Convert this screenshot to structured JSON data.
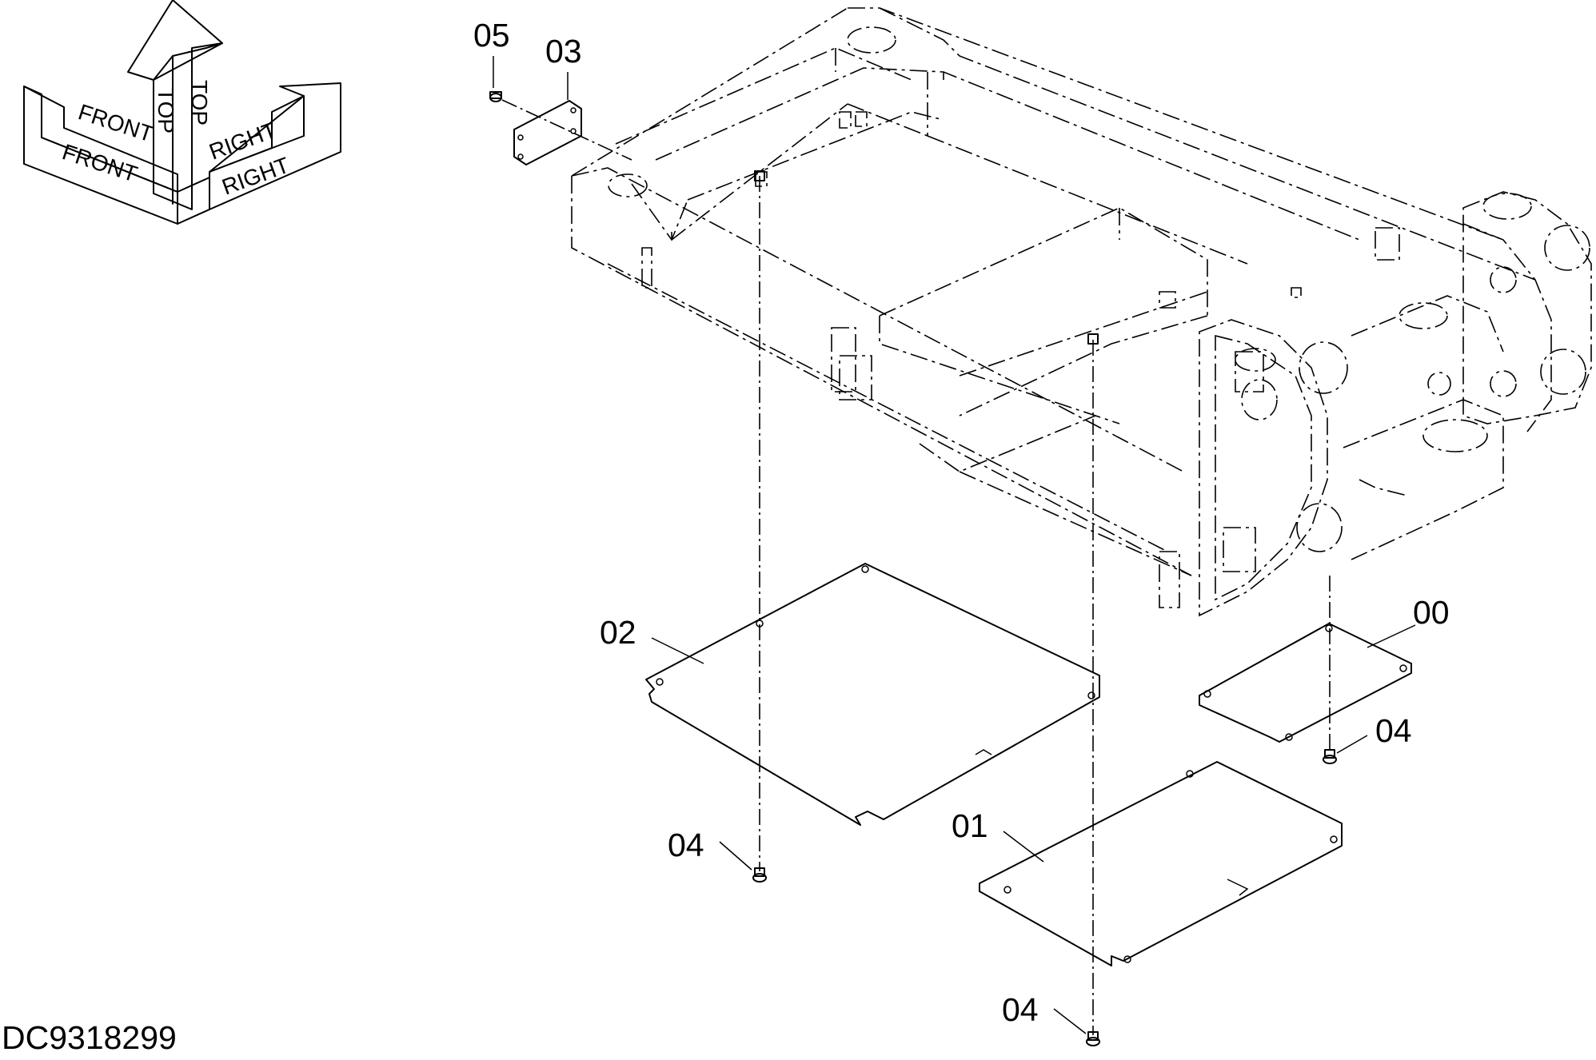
{
  "drawing_number": "DC9318299",
  "orientation": {
    "front": "FRONT",
    "top": "TOP",
    "right": "RIGHT"
  },
  "callouts": {
    "part_00": "00",
    "part_01": "01",
    "part_02": "02",
    "part_03": "03",
    "part_04_a": "04",
    "part_04_b": "04",
    "part_04_c": "04",
    "part_05": "05"
  }
}
